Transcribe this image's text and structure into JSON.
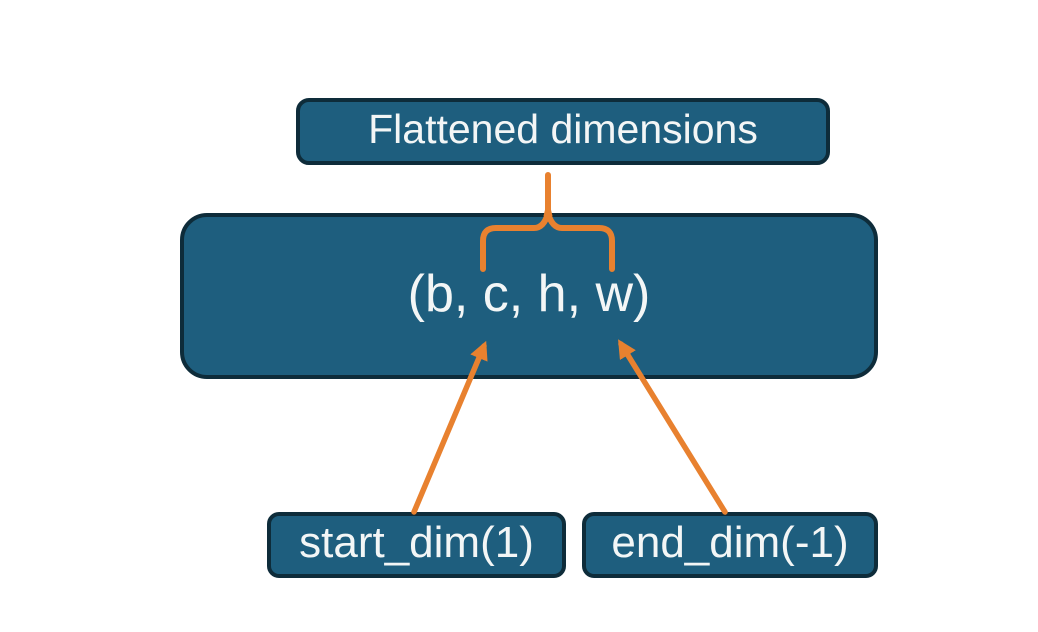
{
  "diagram": {
    "description": "Flatten operation diagram showing which tensor dimensions are flattened",
    "boxes": {
      "flattened": {
        "label": "Flattened dimensions"
      },
      "tensor": {
        "label": "(b, c, h, w)"
      },
      "start_dim": {
        "label": "start_dim(1)"
      },
      "end_dim": {
        "label": "end_dim(-1)"
      }
    },
    "colors": {
      "box_fill": "#1e5e7e",
      "box_border": "#0e2c3a",
      "connector": "#e8812f",
      "text": "#f3f6f6",
      "background": "#ffffff"
    }
  }
}
